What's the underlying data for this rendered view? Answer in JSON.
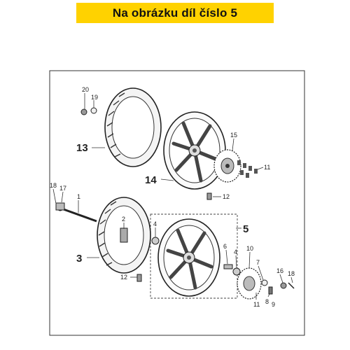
{
  "banner": {
    "text": "Na obrázku díl číslo 5"
  },
  "callouts": {
    "p20": "20",
    "p19": "19",
    "p13": "13",
    "p14": "14",
    "p15": "15",
    "p11a": "11",
    "p12a": "12",
    "p18a": "18",
    "p17": "17",
    "p1": "1",
    "p2": "2",
    "p3": "3",
    "p4a": "4",
    "p5": "5",
    "p6": "6",
    "p4b": "4",
    "p10": "10",
    "p7": "7",
    "p16": "16",
    "p18b": "18",
    "p12b": "12",
    "p8": "8",
    "p9": "9",
    "p11b": "11"
  }
}
